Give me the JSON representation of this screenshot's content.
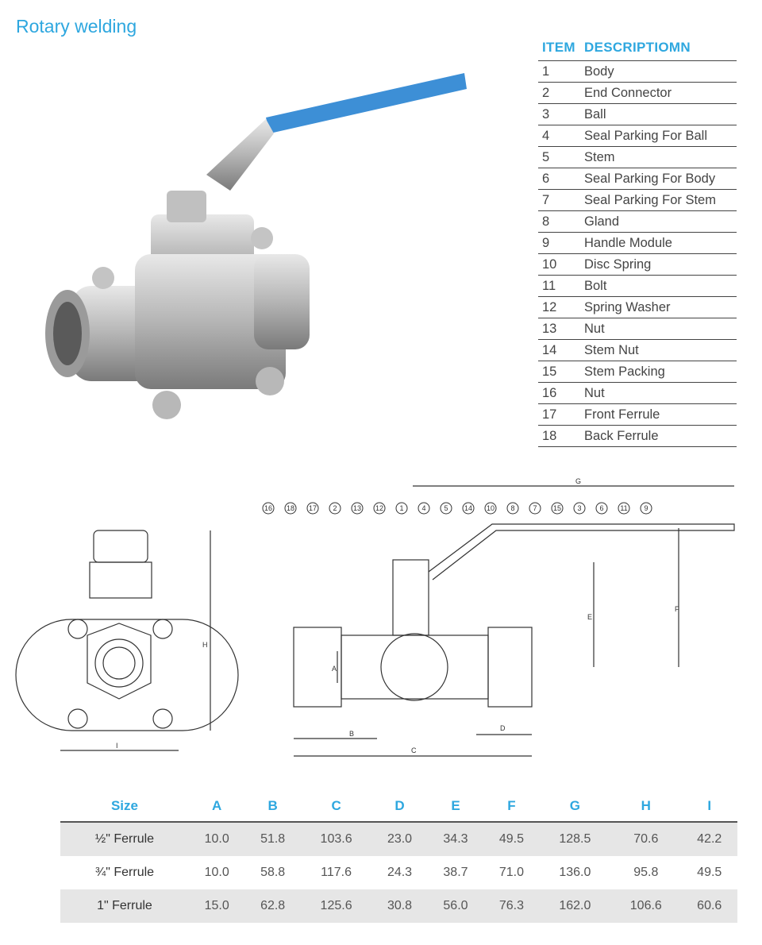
{
  "title": "Rotary welding",
  "parts": {
    "headers": [
      "ITEM",
      "DESCRIPTIOMN"
    ],
    "rows": [
      {
        "item": "1",
        "desc": "Body"
      },
      {
        "item": "2",
        "desc": "End Connector"
      },
      {
        "item": "3",
        "desc": "Ball"
      },
      {
        "item": "4",
        "desc": "Seal Parking For Ball"
      },
      {
        "item": "5",
        "desc": "Stem"
      },
      {
        "item": "6",
        "desc": "Seal Parking For Body"
      },
      {
        "item": "7",
        "desc": "Seal Parking For Stem"
      },
      {
        "item": "8",
        "desc": "Gland"
      },
      {
        "item": "9",
        "desc": "Handle Module"
      },
      {
        "item": "10",
        "desc": "Disc Spring"
      },
      {
        "item": "11",
        "desc": "Bolt"
      },
      {
        "item": "12",
        "desc": "Spring Washer"
      },
      {
        "item": "13",
        "desc": "Nut"
      },
      {
        "item": "14",
        "desc": "Stem Nut"
      },
      {
        "item": "15",
        "desc": "Stem Packing"
      },
      {
        "item": "16",
        "desc": "Nut"
      },
      {
        "item": "17",
        "desc": "Front Ferrule"
      },
      {
        "item": "18",
        "desc": "Back Ferrule"
      }
    ]
  },
  "drawing": {
    "callouts": [
      "16",
      "18",
      "17",
      "2",
      "13",
      "12",
      "1",
      "4",
      "5",
      "14",
      "10",
      "8",
      "7",
      "15",
      "3",
      "6",
      "11",
      "9"
    ],
    "dim_labels": {
      "A": "A",
      "B": "B",
      "C": "C",
      "D": "D",
      "E": "E",
      "F": "F",
      "G": "G",
      "H": "H",
      "I": "I"
    }
  },
  "dimensions": {
    "headers": [
      "Size",
      "A",
      "B",
      "C",
      "D",
      "E",
      "F",
      "G",
      "H",
      "I"
    ],
    "rows": [
      [
        "½\" Ferrule",
        "10.0",
        "51.8",
        "103.6",
        "23.0",
        "34.3",
        "49.5",
        "128.5",
        "70.6",
        "42.2"
      ],
      [
        "¾\" Ferrule",
        "10.0",
        "58.8",
        "117.6",
        "24.3",
        "38.7",
        "71.0",
        "136.0",
        "95.8",
        "49.5"
      ],
      [
        "1\" Ferrule",
        "15.0",
        "62.8",
        "125.6",
        "30.8",
        "56.0",
        "76.3",
        "162.0",
        "106.6",
        "60.6"
      ]
    ]
  },
  "colors": {
    "accent": "#2ea7df",
    "handle": "#3d8fd6"
  }
}
